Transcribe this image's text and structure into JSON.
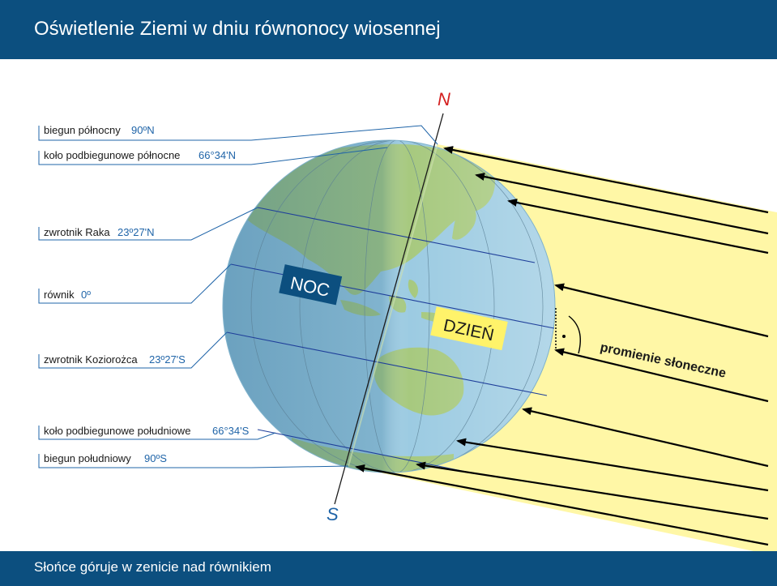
{
  "title": "Oświetlenie Ziemi w dniu równonocy wiosennej",
  "footer": "Słońce góruje w zenicie nad równikiem",
  "poles": {
    "north": "N",
    "south": "S"
  },
  "night_label": "NOC",
  "day_label": "DZIEŃ",
  "rays_label": "promienie słoneczne",
  "labels": [
    {
      "name": "biegun północny",
      "value": "90ºN"
    },
    {
      "name": "koło podbiegunowe północne",
      "value": "66°34'N"
    },
    {
      "name": "zwrotnik Raka",
      "value": "23º27'N"
    },
    {
      "name": "równik",
      "value": "0º"
    },
    {
      "name": "zwrotnik Koziorożca",
      "value": "23º27'S"
    },
    {
      "name": "koło podbiegunowe południowe",
      "value": "66°34'S"
    },
    {
      "name": "biegun południowy",
      "value": "90ºS"
    }
  ],
  "colors": {
    "header": "#0c4f7f",
    "sunlight": "#fff7a6",
    "ocean": "#9ccbe2",
    "land": "#a7c97f",
    "night_box": "#0c4f7f",
    "day_box": "#fff36a",
    "pole_north": "#d42020",
    "pole_south": "#1f64a8"
  }
}
